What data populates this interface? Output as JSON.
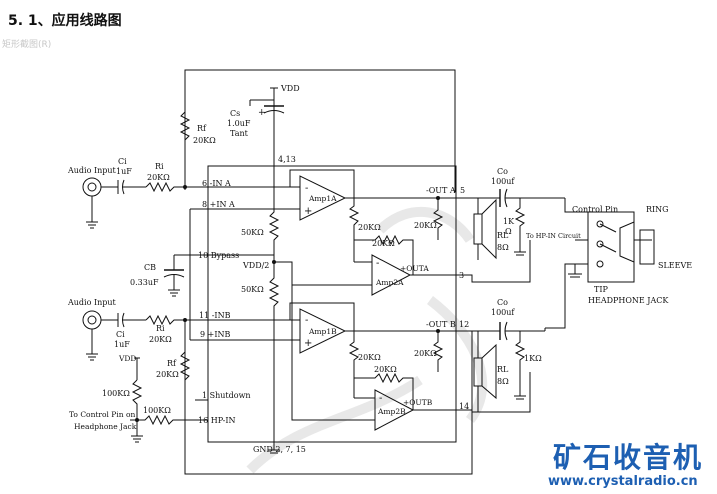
{
  "title": "5. 1、应用线路图",
  "shape_tag": "矩形截图(R)",
  "watermark": {
    "brand": "矿石收音机",
    "url": "www.crystalradio.cn"
  },
  "labels": {
    "vdd_top": "VDD",
    "cs_name": "Cs",
    "cs_value": "1.0uF",
    "cs_type": "Tant",
    "rf_top_name": "Rf",
    "rf_top_value": "20KΩ",
    "pins_vdd": "4,13",
    "in1_label": "Audio Input",
    "ci1_name": "Ci",
    "ci1_value": "1uF",
    "ri1_name": "Ri",
    "ri1_value": "20KΩ",
    "pin_ina": "6 -IN A",
    "pin_pina": "8 +IN A",
    "amp1a": "Amp1A",
    "minus_sign": "-",
    "plus_sign": "+",
    "r20k_a1": "20KΩ",
    "r20k_a2": "20KΩ",
    "r20k_a3": "20KΩ",
    "out_a": "-OUT A",
    "pin5": "5",
    "outa_plus": "+OUTA",
    "pin3": "3",
    "amp2a": "Amp2A",
    "r50k_1": "50KΩ",
    "r50k_2": "50KΩ",
    "vdd_half": "VDD/2",
    "pin_bypass": "10 Bypass",
    "cb_name": "CB",
    "cb_value": "0.33uF",
    "co_top_name": "Co",
    "co_top_value": "100uf",
    "r1k_top": "1K",
    "r1k_top_unit": "Ω",
    "rl_top": "RL",
    "rl_top_value": "8Ω",
    "to_hp": "To HP-IN Circuit",
    "control_pin": "Control Pin",
    "ring": "RING",
    "tip": "TIP",
    "sleeve": "SLEEVE",
    "headphone_jack": "HEADPHONE JACK",
    "in2_label": "Audio Input",
    "ci2_name": "Ci",
    "ci2_value": "1uF",
    "ri2_name": "Ri",
    "ri2_value": "20KΩ",
    "pin_inb": "11 -INB",
    "pin_pinb": "9 +INB",
    "amp1b": "Amp1B",
    "r20k_b1": "20KΩ",
    "r20k_b2": "20KΩ",
    "r20k_b3": "20KΩ",
    "out_b": "-OUT B",
    "pin12": "12",
    "outb_plus": "+OUTB",
    "pin14": "14",
    "amp2b": "Amp2B",
    "co_bot_name": "Co",
    "co_bot_value": "100uf",
    "r1k_bot": "1KΩ",
    "rl_bot": "RL",
    "rl_bot_value": "8Ω",
    "vdd_left": "VDD",
    "r100k_1": "100KΩ",
    "r100k_2": "100KΩ",
    "rf_bot_name": "Rf",
    "rf_bot_value": "20KΩ",
    "pin_shutdown": "1 Shutdown",
    "pin_hpin": "16 HP-IN",
    "to_control_1": "To Control Pin on",
    "to_control_2": "Headphone Jack",
    "gnd_pins": "GND 2, 7, 15"
  }
}
